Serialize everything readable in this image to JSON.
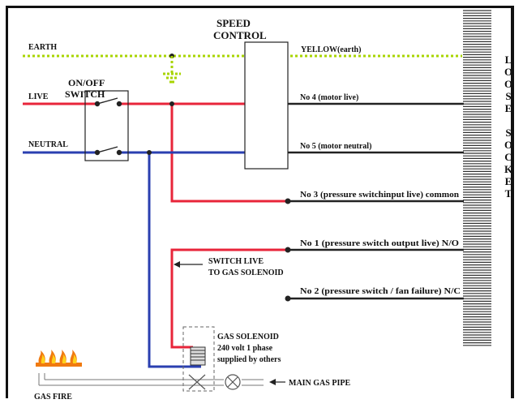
{
  "colors": {
    "earth": "#a8d400",
    "live": "#e8253a",
    "neutral": "#2a3fb0",
    "motor": "#222222",
    "frame": "#111111"
  },
  "labels": {
    "earth": "EARTH",
    "live": "LIVE",
    "neutral": "NEUTRAL",
    "switch_line1": "ON/OFF",
    "switch_line2": "SWITCH",
    "speed_line1": "SPEED",
    "speed_line2": "CONTROL",
    "yellow": "YELLOW(earth)",
    "no4": "No 4 (motor live)",
    "no5": "No 5 (motor neutral)",
    "no3": "No 3 (pressure switchinput live) common",
    "no1": "No 1 (pressure switch output live) N/O",
    "no2": "No 2 (pressure switch / fan failure) N/C",
    "switch_live_line1": "SWITCH LIVE",
    "switch_live_line2": "TO GAS SOLENOID",
    "solenoid_line1": "GAS SOLENOID",
    "solenoid_line2": "240 volt 1 phase",
    "solenoid_line3": "supplied by others",
    "main_gas": "MAIN GAS PIPE",
    "gas_fire": "GAS FIRE",
    "socket_letters": [
      "L",
      "O",
      "O",
      "S",
      "E",
      "",
      "S",
      "O",
      "C",
      "K",
      "E",
      "T"
    ]
  }
}
